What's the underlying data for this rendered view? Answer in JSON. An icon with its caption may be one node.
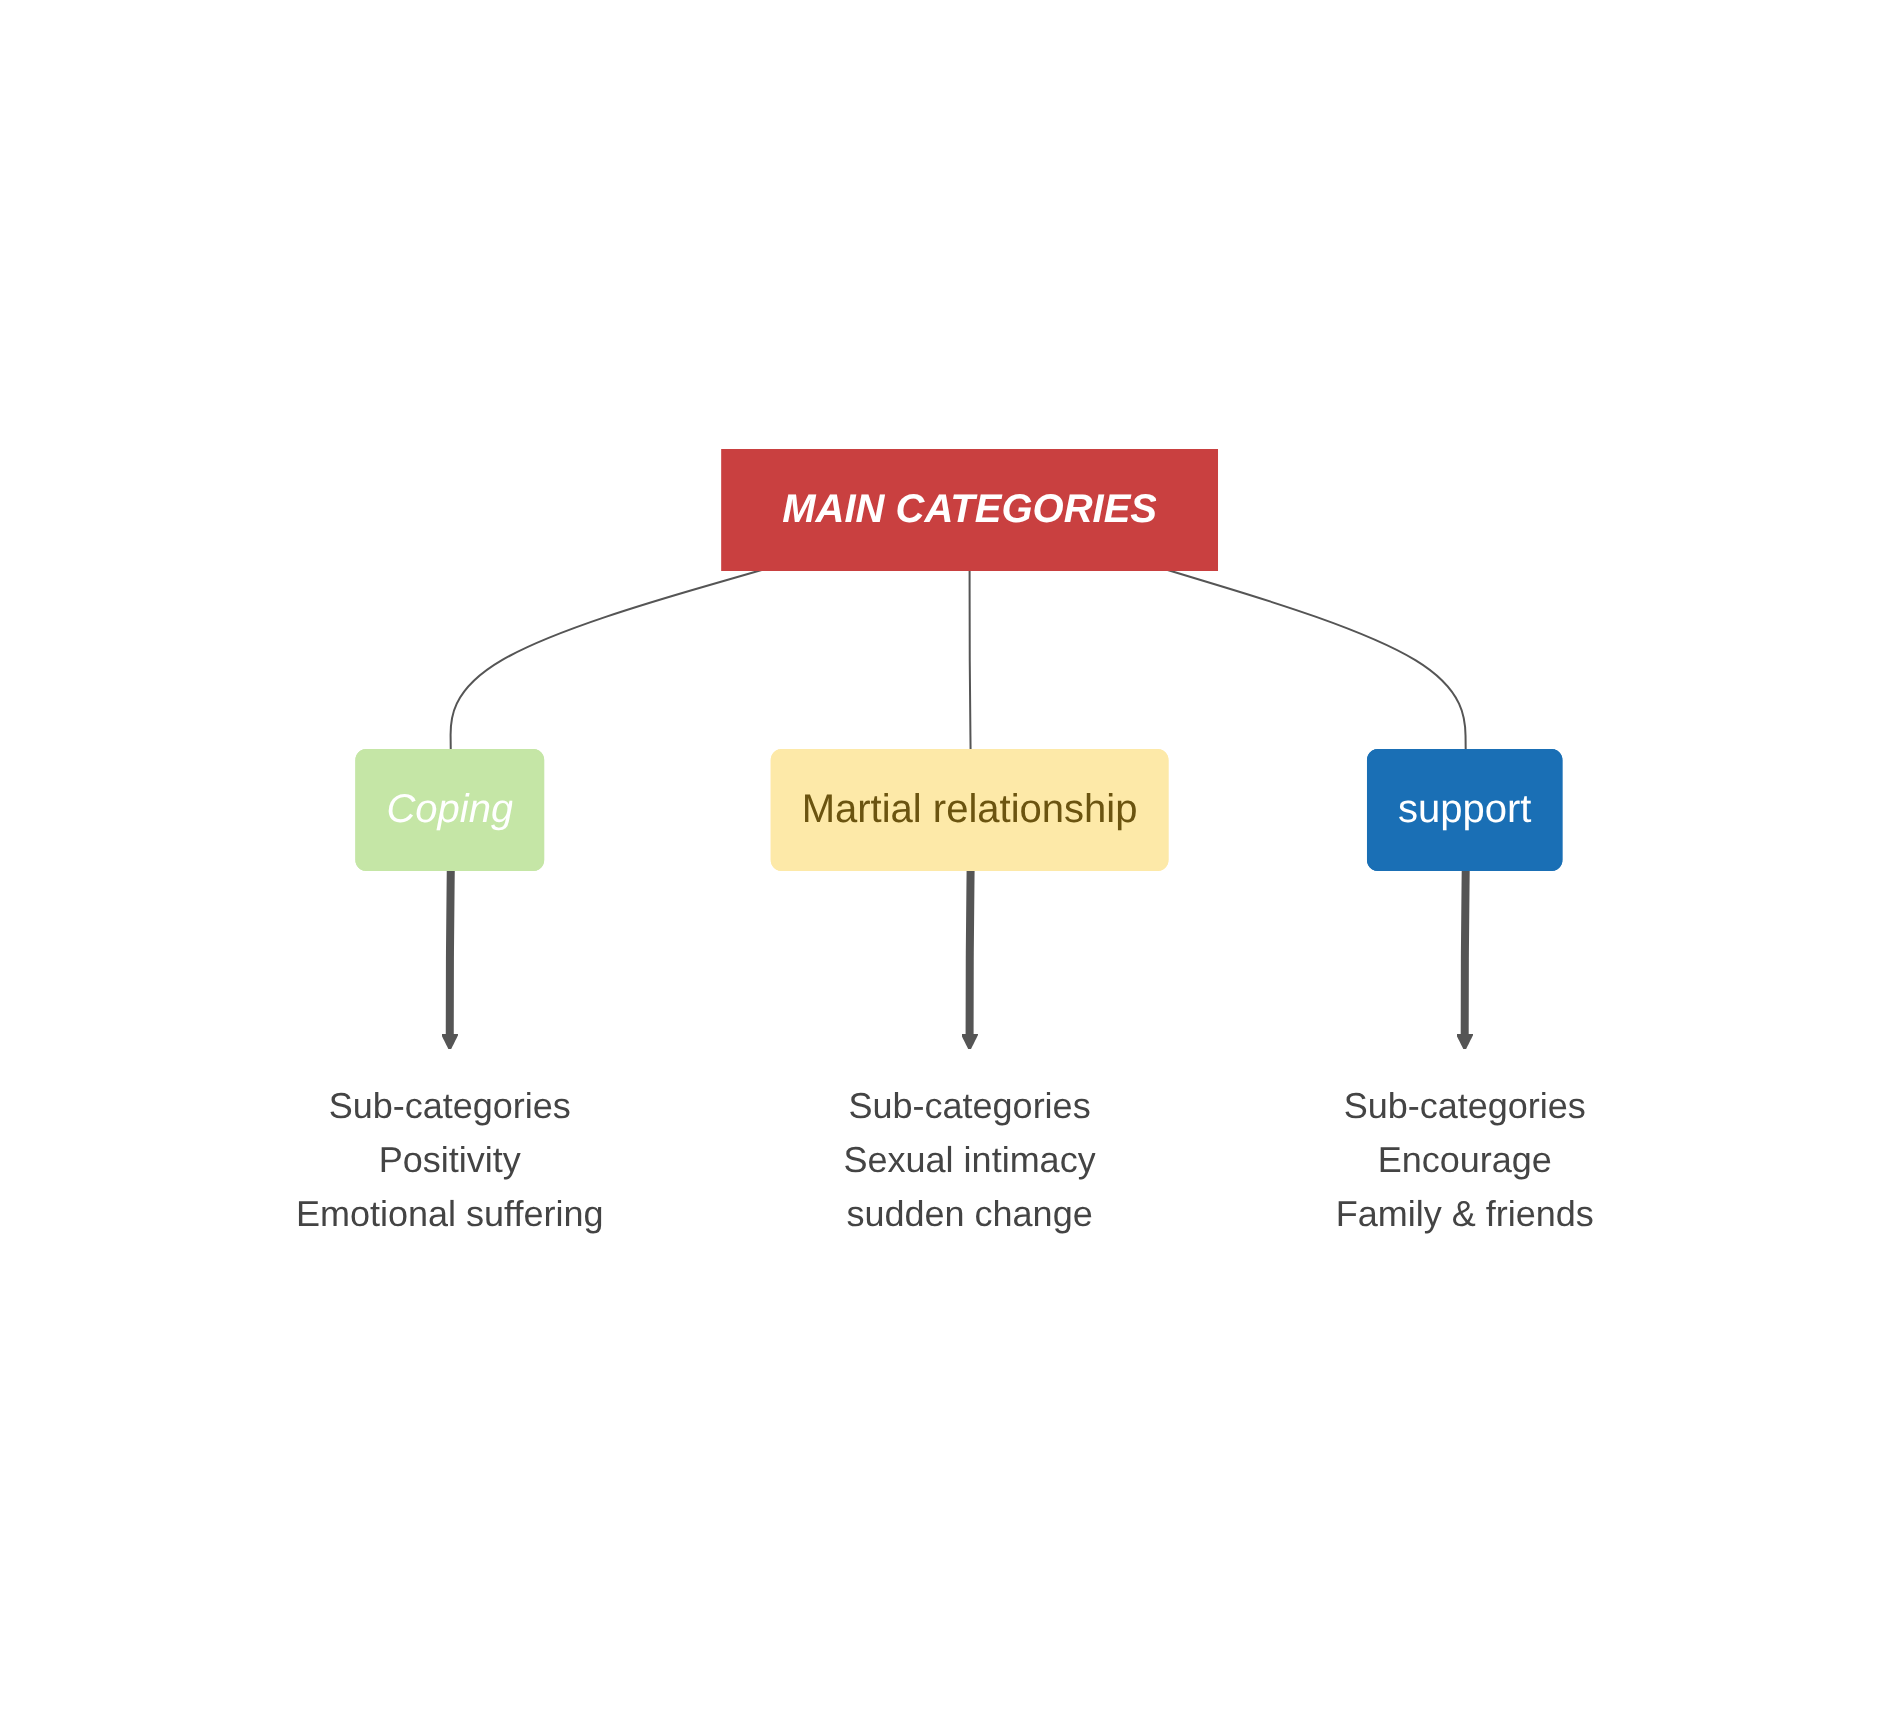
{
  "diagram": {
    "nodes": [
      {
        "text": [
          "MAIN CATEGORIES"
        ]
      },
      {
        "text": [
          "Coping"
        ]
      },
      {
        "text": [
          "Martial relationship"
        ]
      },
      {
        "text": [
          "support"
        ]
      },
      {
        "text": [
          "Sub-categories",
          "Positivity",
          "Emotional suffering"
        ]
      },
      {
        "text": [
          "Sub-categories",
          "Sexual intimacy",
          "sudden change"
        ]
      },
      {
        "text": [
          "Sub-categories",
          "Encourage",
          "Family & friends"
        ]
      }
    ],
    "edges": [
      {
        "from": 0,
        "to": 1,
        "arrow": "none"
      },
      {
        "from": 0,
        "to": 2,
        "arrow": "none"
      },
      {
        "from": 0,
        "to": 3,
        "arrow": "none"
      },
      {
        "from": 1,
        "to": 4,
        "arrow": "to",
        "style": "thick"
      },
      {
        "from": 2,
        "to": 5,
        "arrow": "to",
        "style": "thick"
      },
      {
        "from": 3,
        "to": 6,
        "arrow": "to",
        "style": "thick"
      }
    ]
  }
}
